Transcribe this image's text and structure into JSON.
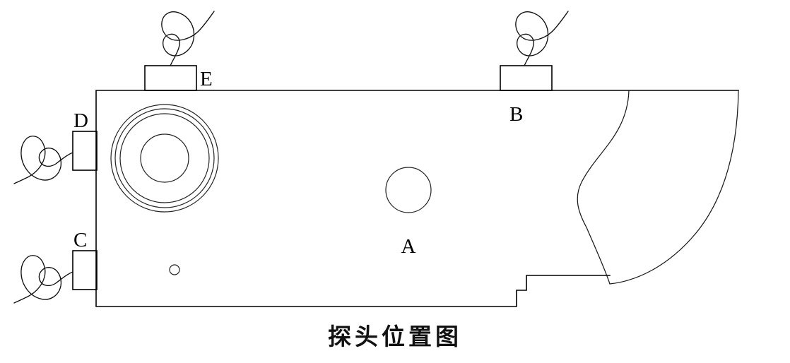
{
  "diagram": {
    "caption": "探头位置图",
    "labels": {
      "a": "A",
      "b": "B",
      "c": "C",
      "d": "D",
      "e": "E"
    },
    "colors": {
      "outline": "#000000",
      "detail": "#1a1a1a",
      "cable": "#111111",
      "background": "#ffffff",
      "text": "#111111"
    },
    "probes": [
      {
        "id": "E",
        "label": "E",
        "position": "top-left",
        "has_cable": true,
        "mount": "top-edge"
      },
      {
        "id": "B",
        "label": "B",
        "position": "top-right",
        "has_cable": true,
        "mount": "top-edge"
      },
      {
        "id": "D",
        "label": "D",
        "position": "left-upper",
        "has_cable": true,
        "mount": "left-edge"
      },
      {
        "id": "C",
        "label": "C",
        "position": "left-lower",
        "has_cable": true,
        "mount": "left-edge"
      },
      {
        "id": "A",
        "label": "A",
        "position": "center",
        "has_cable": false,
        "mount": "face-circle"
      }
    ],
    "features": {
      "concentric_rings_count": 4,
      "center_circle_label": "A",
      "small_hole": true,
      "notch": true,
      "curved_flange": true
    }
  }
}
